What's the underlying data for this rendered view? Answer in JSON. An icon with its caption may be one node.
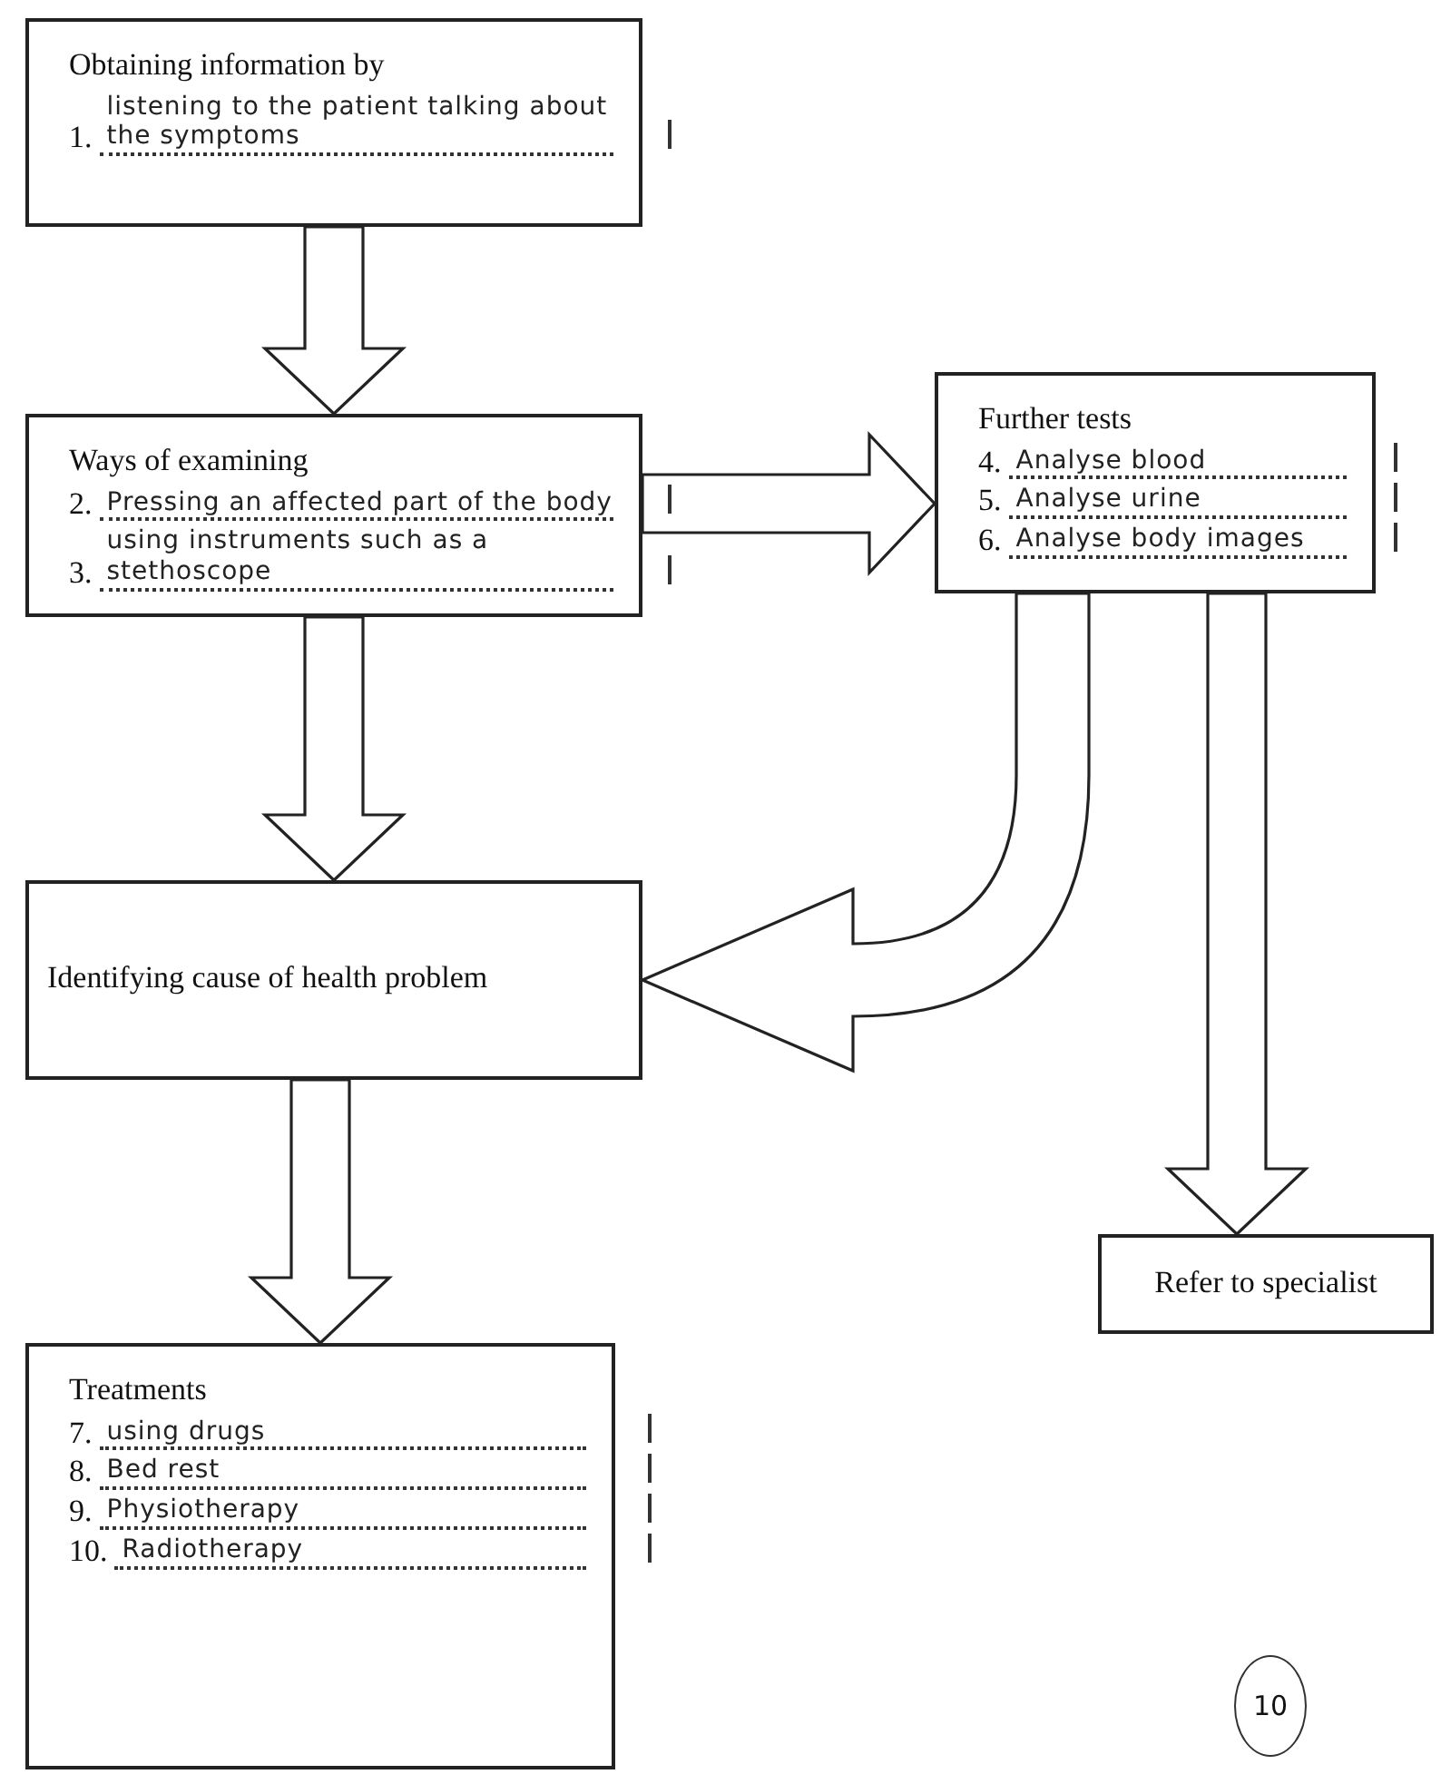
{
  "diagram": {
    "nodes": [
      {
        "text": [
          "Obtaining information by",
          "1.",
          "listening to the patient talking about the symptoms"
        ]
      },
      {
        "text": [
          "Ways of examining",
          "2.",
          "Pressing an affected part of the body",
          "3.",
          "using instruments such as a stethoscope"
        ]
      },
      {
        "text": [
          "Further tests",
          "4.",
          "Analyse blood",
          "5.",
          "Analyse urine",
          "6.",
          "Analyse body images"
        ]
      },
      {
        "text": [
          "Identifying cause of health problem"
        ]
      },
      {
        "text": [
          "Refer to specialist"
        ]
      },
      {
        "text": [
          "Treatments",
          "7.",
          "using drugs",
          "8.",
          "Bed rest",
          "9.",
          "Physiotherapy",
          "10.",
          "Radiotherapy"
        ]
      }
    ],
    "edges": [
      {
        "from": 0,
        "to": 1,
        "arrow": "to"
      },
      {
        "from": 1,
        "to": 2,
        "arrow": "to"
      },
      {
        "from": 1,
        "to": 3,
        "arrow": "to"
      },
      {
        "from": 2,
        "to": 3,
        "arrow": "to"
      },
      {
        "from": 2,
        "to": 4,
        "arrow": "to"
      },
      {
        "from": 3,
        "to": 5,
        "arrow": "to"
      }
    ],
    "labels": [
      "10"
    ]
  }
}
